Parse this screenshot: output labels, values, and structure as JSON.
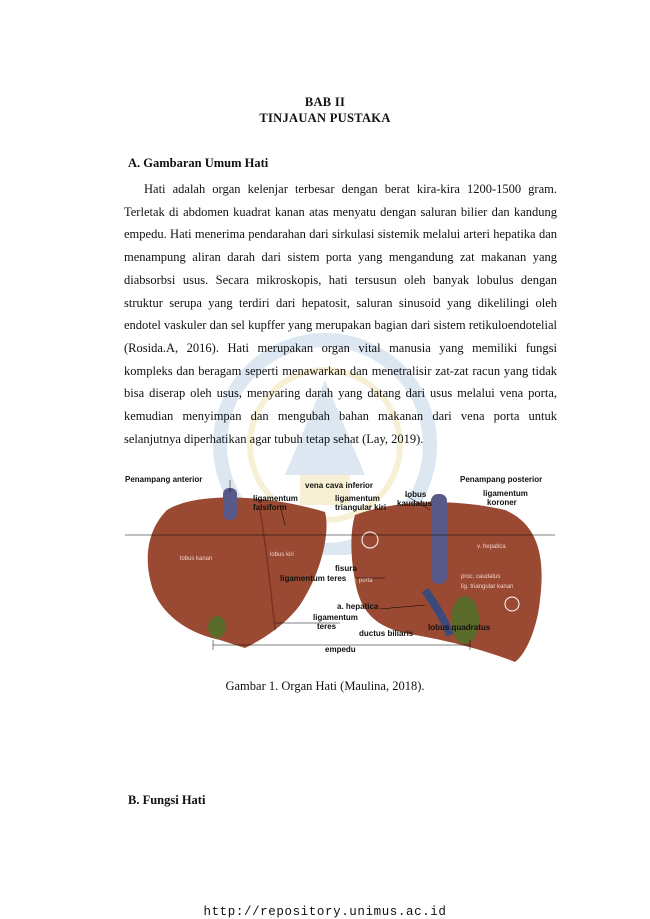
{
  "document": {
    "chapter": "BAB II",
    "chapter_title": "TINJAUAN PUSTAKA",
    "section_a": "A.  Gambaran Umum Hati",
    "paragraph": "Hati adalah organ kelenjar terbesar dengan berat kira-kira 1200-1500 gram. Terletak di abdomen kuadrat kanan atas menyatu dengan saluran bilier dan kandung empedu. Hati menerima pendarahan dari sirkulasi sistemik melalui arteri hepatika dan menampung aliran darah dari sistem porta yang mengandung zat makanan yang diabsorbsi usus. Secara mikroskopis, hati tersusun oleh banyak lobulus dengan struktur serupa yang terdiri dari hepatosit, saluran sinusoid yang dikelilingi oleh endotel vaskuler dan sel kupffer yang merupakan bagian dari sistem retikuloendotelial (Rosida.A, 2016). Hati merupakan organ vital manusia yang memiliki fungsi kompleks dan beragam seperti menawarkan dan menetralisir zat-zat racun yang tidak bisa diserap oleh usus, menyaring darah yang datang dari usus melalui vena porta, kemudian menyimpan dan mengubah bahan makanan dari vena porta untuk selanjutnya diperhatikan agar tubuh tetap sehat (Lay, 2019).",
    "caption": "Gambar 1. Organ Hati (Maulina, 2018).",
    "section_b": "B.  Fungsi Hati",
    "footer": "http://repository.unimus.ac.id"
  },
  "figure": {
    "labels": {
      "anterior": "Penampang anterior",
      "posterior": "Penampang posterior",
      "vena_cava": "vena cava inferior",
      "lig_falsiform_1": "ligamentum",
      "lig_falsiform_2": "falsiform",
      "lig_tri_kiri_1": "ligamentum",
      "lig_tri_kiri_2": "triangular kiri",
      "lobus_kaudatus_1": "lobus",
      "lobus_kaudatus_2": "kaudatus",
      "lig_koroner_1": "ligamentum",
      "lig_koroner_2": "koroner",
      "lobus_kanan": "lobus kanan",
      "lobus_kiri": "lobus kiri",
      "fisura": "fisura",
      "lig_teres_1": "ligamentum teres",
      "v_porta": "v. porta",
      "v_hepatica": "v. hepatica",
      "proc_caudatus": "proc. caudatus",
      "lig_tri_kanan": "lig. triangular kanan",
      "a_hepatica": "a. hepatica",
      "lig_teres_2a": "ligamentum",
      "lig_teres_2b": "teres",
      "ductus": "ductus biliaris",
      "lobus_quadratus": "lobus quadratus",
      "empedu": "empedu"
    }
  }
}
